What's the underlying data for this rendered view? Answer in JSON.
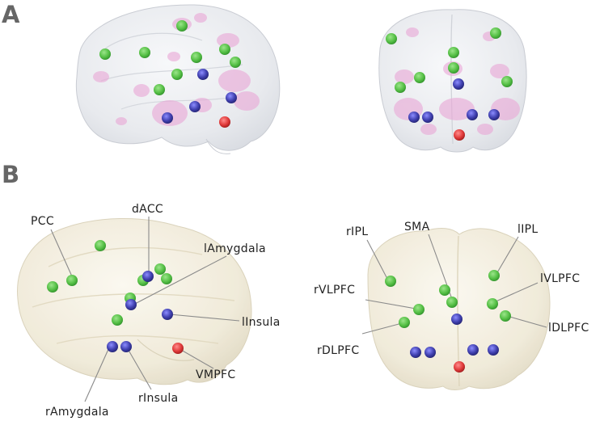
{
  "panels": {
    "a": {
      "letter": "A"
    },
    "b": {
      "letter": "B"
    }
  },
  "labels": {
    "pcc": "PCC",
    "dacc": "dACC",
    "lamygdala": "lAmygdala",
    "linsula": "lInsula",
    "vmpfc": "VMPFC",
    "rinsula": "rInsula",
    "ramygdala": "rAmygdala",
    "ripl": "rIPL",
    "sma": "SMA",
    "lipl": "lIPL",
    "rvlpfc": "rVLPFC",
    "lvlpfc": "lVLPFC",
    "ldlpfc": "lDLPFC",
    "rdlpfc": "rDLPFC"
  },
  "colors": {
    "node_green": "#5cc44e",
    "node_blue": "#3f3fa6",
    "node_red": "#e23c3c",
    "activation_pink": "#e9a6d6",
    "brain_glass": "#e6e8ec",
    "brain_cream": "#efe9d6",
    "letter_gray": "#666666"
  }
}
